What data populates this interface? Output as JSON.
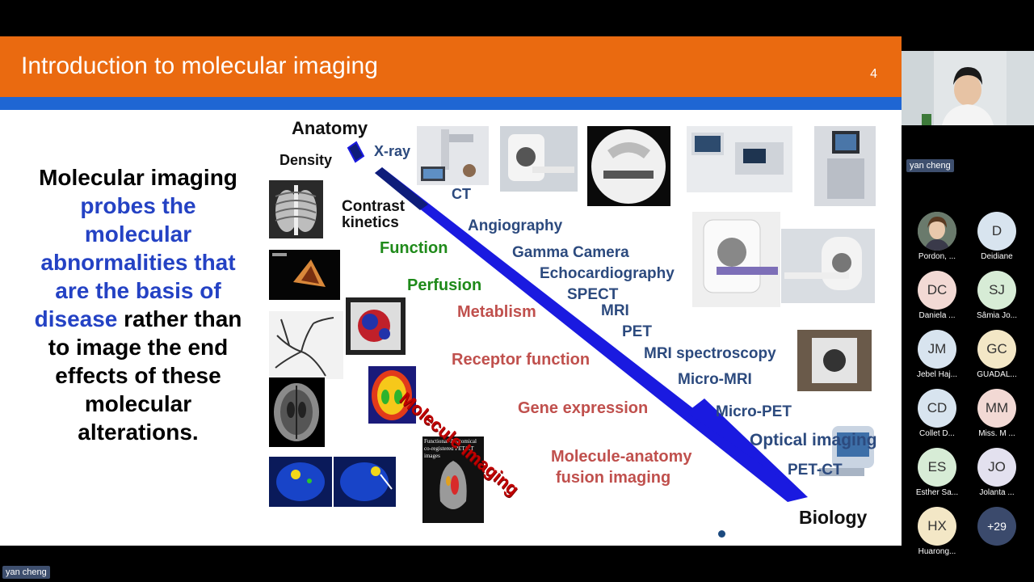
{
  "slide": {
    "title": "Introduction to molecular imaging",
    "page_number": "4",
    "left_text": {
      "line1": "Molecular imaging",
      "blue_lines": [
        "probes the",
        "molecular",
        "abnormalities that",
        "are the basis of"
      ],
      "blue_word": "disease",
      "rest_line": " rather than",
      "tail_lines": [
        "to image the end",
        "effects of these",
        "molecular",
        "alterations."
      ]
    },
    "labels": {
      "anatomy": "Anatomy",
      "density": "Density",
      "xray": "X-ray",
      "ct": "CT",
      "contrast": "Contrast",
      "kinetics": "kinetics",
      "angiography": "Angiography",
      "function": "Function",
      "gamma_camera": "Gamma Camera",
      "echocardiography": "Echocardiography",
      "perfusion": "Perfusion",
      "spect": "SPECT",
      "metablism": "Metablism",
      "mri": "MRI",
      "pet": "PET",
      "mri_spectroscopy": "MRI spectroscopy",
      "receptor_function": "Receptor function",
      "micro_mri": "Micro-MRI",
      "molecule_imaging": "Molecule Imaging",
      "gene_expression": "Gene expression",
      "micro_pet": "Micro-PET",
      "optical_imaging": "Optical imaging",
      "molecule_anatomy_1": "Molecule-anatomy",
      "molecule_anatomy_2": "fusion imaging",
      "pet_ct": "PET-CT",
      "biology": "Biology"
    },
    "pet_ct_caption": "Functional-Anatomical co-registered PET/CT images",
    "colors": {
      "header": "#ea6a10",
      "stripe": "#1f66d3",
      "arrow": "#1a1ae0"
    }
  },
  "meeting": {
    "self_name": "yan cheng",
    "presenter_name": "yan cheng",
    "participants": [
      {
        "initials": "",
        "name": "Pordon, ...",
        "photo": true
      },
      {
        "initials": "D",
        "name": "Deidiane"
      },
      {
        "initials": "DC",
        "name": "Daniela ..."
      },
      {
        "initials": "SJ",
        "name": "Sâmia Jo..."
      },
      {
        "initials": "JM",
        "name": "Jebel Haj..."
      },
      {
        "initials": "GC",
        "name": "GUADAL..."
      },
      {
        "initials": "CD",
        "name": "Collet D..."
      },
      {
        "initials": "MM",
        "name": "Miss. M ..."
      },
      {
        "initials": "ES",
        "name": "Esther Sa..."
      },
      {
        "initials": "JO",
        "name": "Jolanta ..."
      },
      {
        "initials": "HX",
        "name": "Huarong..."
      }
    ],
    "more_count": "+29"
  }
}
